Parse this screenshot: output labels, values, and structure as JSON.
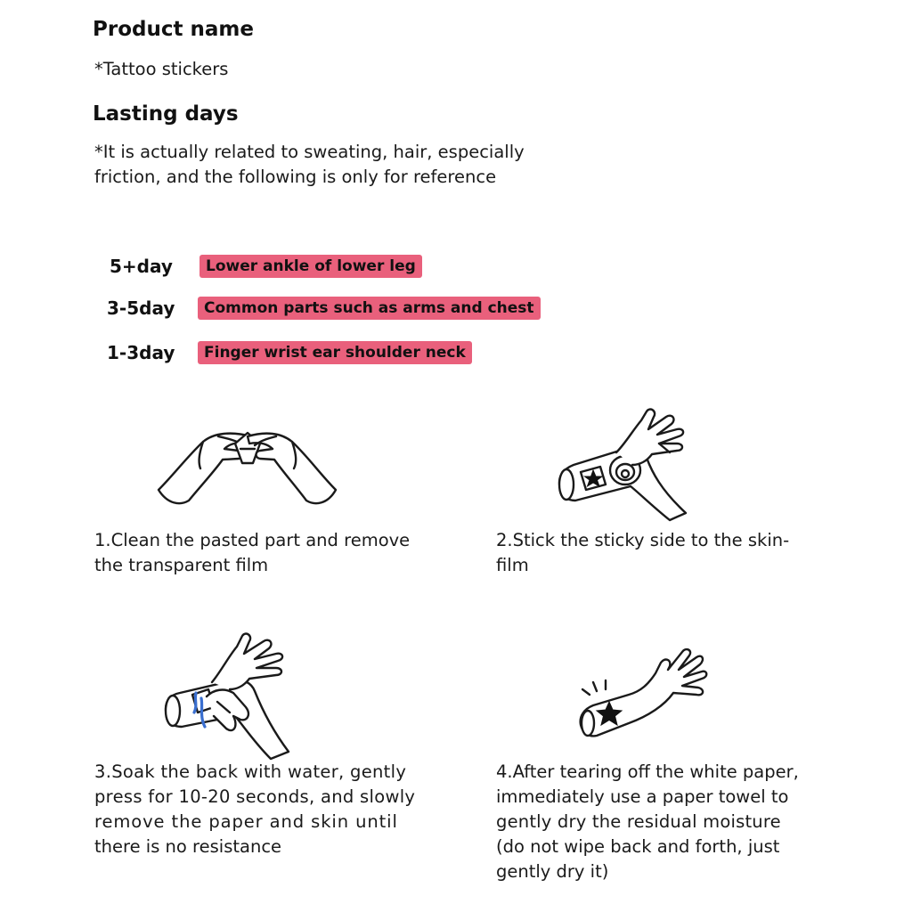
{
  "product": {
    "heading": "Product name",
    "value": "*Tattoo stickers"
  },
  "lasting": {
    "heading": "Lasting days",
    "note_line1": "*It is actually related to sweating, hair, especially",
    "note_line2": "friction, and the following is only for reference",
    "rows": [
      {
        "days": "5+day",
        "parts": "Lower ankle of lower leg"
      },
      {
        "days": "3-5day",
        "parts": "Common parts such as arms and chest"
      },
      {
        "days": "1-3day",
        "parts": "Finger wrist ear shoulder neck"
      }
    ],
    "tag_color": "#e9607c"
  },
  "steps": [
    {
      "lines": [
        "1.Clean the pasted part and remove",
        "the transparent film"
      ],
      "icon": "hands-peeling-film-icon"
    },
    {
      "lines": [
        "2.Stick the sticky side to the skin-",
        "film"
      ],
      "icon": "hand-applying-sticker-icon"
    },
    {
      "lines": [
        "3.Soak the back with water, gently",
        "press for 10-20 seconds, and slowly",
        "remove the paper and skin until",
        "there is no resistance"
      ],
      "icon": "hand-wetting-paper-icon"
    },
    {
      "lines": [
        "4.After tearing off the white paper,",
        "immediately use a paper towel to",
        "gently dry the residual moisture",
        "(do not wipe back and forth, just",
        "gently dry it)"
      ],
      "icon": "finished-tattoo-icon"
    }
  ]
}
